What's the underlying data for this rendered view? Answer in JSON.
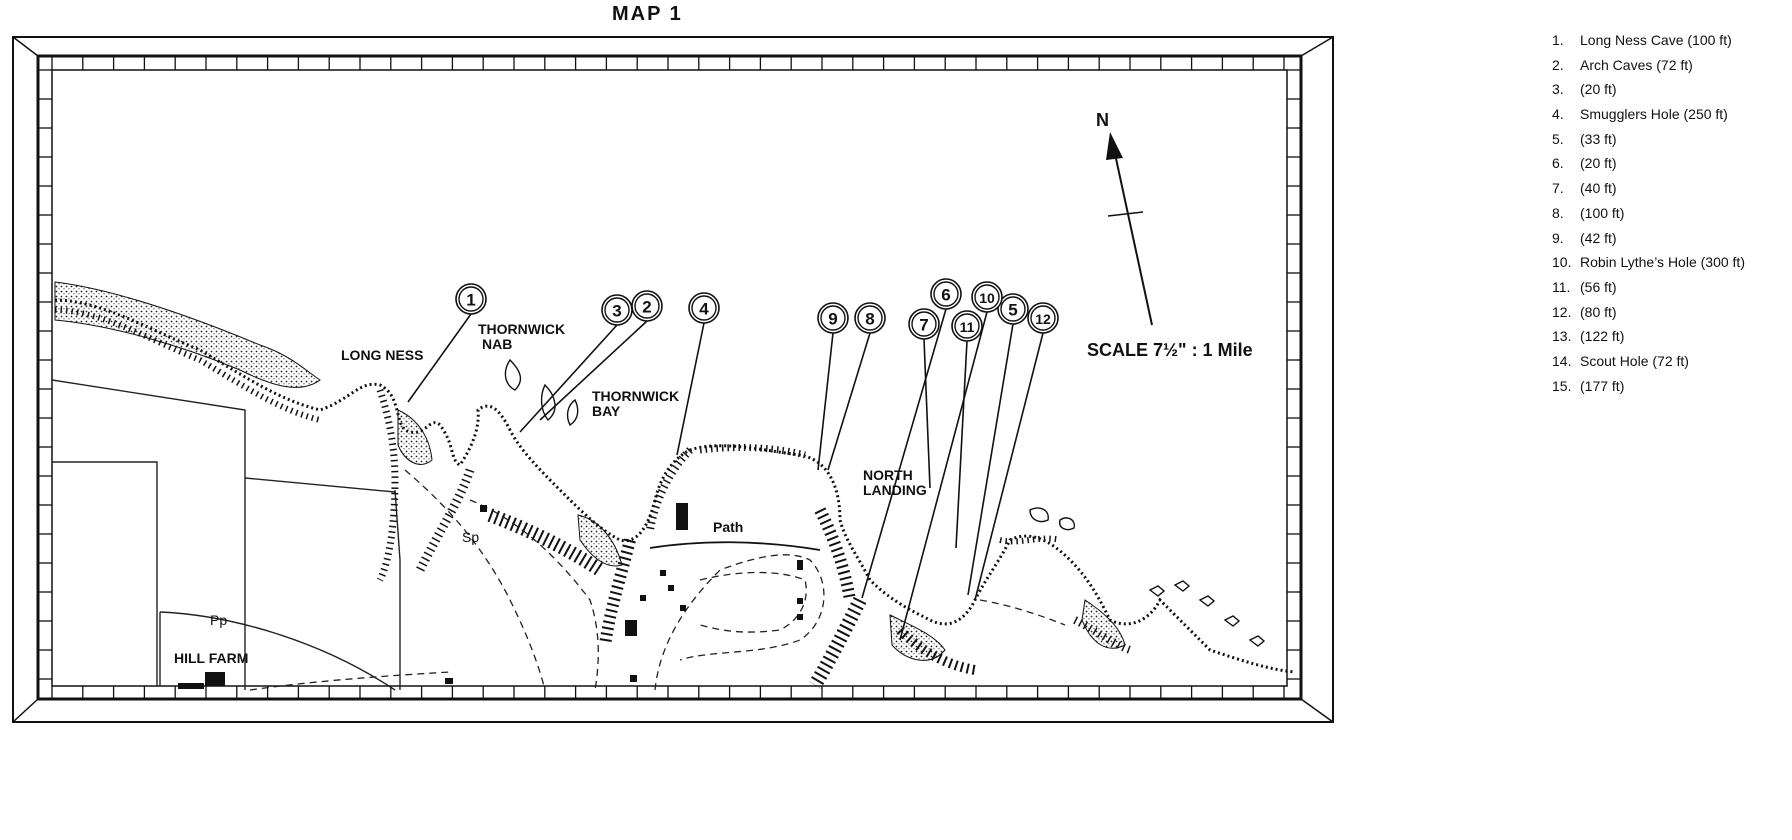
{
  "map": {
    "title": "MAP 1",
    "scale_text": "SCALE 7½\" : 1 Mile",
    "north_label": "N",
    "places": [
      {
        "key": "long-ness",
        "label": "LONG NESS"
      },
      {
        "key": "thornwick-nab-1",
        "label": "THORNWICK"
      },
      {
        "key": "thornwick-nab-2",
        "label": "NAB"
      },
      {
        "key": "thornwick-bay-1",
        "label": "THORNWICK"
      },
      {
        "key": "thornwick-bay-2",
        "label": "BAY"
      },
      {
        "key": "north-landing-1",
        "label": "NORTH"
      },
      {
        "key": "north-landing-2",
        "label": "LANDING"
      },
      {
        "key": "path",
        "label": "Path"
      },
      {
        "key": "sp",
        "label": "Sp"
      },
      {
        "key": "pp",
        "label": "Pp"
      },
      {
        "key": "hill-farm",
        "label": "HILL FARM"
      }
    ],
    "markers": [
      "1",
      "2",
      "3",
      "4",
      "5",
      "6",
      "7",
      "8",
      "9",
      "10",
      "11",
      "12"
    ]
  },
  "legend": {
    "items": [
      {
        "num": "1.",
        "text": "Long Ness Cave (100 ft)"
      },
      {
        "num": "2.",
        "text": "Arch Caves (72 ft)"
      },
      {
        "num": "3.",
        "text": "(20 ft)"
      },
      {
        "num": "4.",
        "text": "Smugglers Hole (250 ft)"
      },
      {
        "num": "5.",
        "text": "(33 ft)"
      },
      {
        "num": "6.",
        "text": "(20 ft)"
      },
      {
        "num": "7.",
        "text": "(40 ft)"
      },
      {
        "num": "8.",
        "text": "(100 ft)"
      },
      {
        "num": "9.",
        "text": "(42 ft)"
      },
      {
        "num": "10.",
        "text": "Robin Lythe’s Hole (300 ft)"
      },
      {
        "num": "11.",
        "text": "(56 ft)"
      },
      {
        "num": "12.",
        "text": "(80 ft)"
      },
      {
        "num": "13.",
        "text": "(122 ft)"
      },
      {
        "num": "14.",
        "text": "Scout Hole (72 ft)"
      },
      {
        "num": "15.",
        "text": "(177 ft)"
      }
    ]
  }
}
